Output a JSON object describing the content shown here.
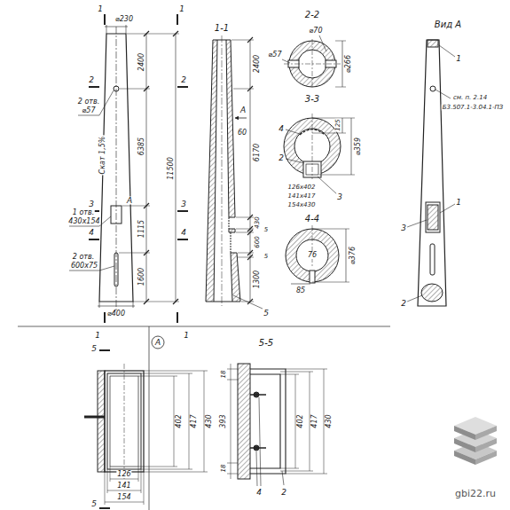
{
  "diagram": {
    "labels": [
      "1",
      "1",
      "⌀230",
      "2",
      "2",
      "2 отв.",
      "⌀57",
      "Скат 1,5%",
      "2400",
      "6385",
      "11500",
      "3",
      "3",
      "1 отв.",
      "430х154",
      "A",
      "4",
      "4",
      "1115",
      "2 отв.",
      "600х75",
      "1600",
      "⌀400",
      "1",
      "1",
      "1-1",
      "2400",
      "A",
      "60",
      "6170",
      "430",
      "5",
      "600",
      "5",
      "1300",
      "5",
      "2-2",
      "⌀70",
      "⌀57",
      "⌀266",
      "3-3",
      "4",
      "2",
      "3",
      "125",
      "⌀359",
      "126х402",
      "141х417",
      "154х430",
      "4-4",
      "76",
      "⌀376",
      "85",
      "Вид А",
      "1",
      "см. п. 2.14",
      "Б3.507.1-3.04.1-ПЗ",
      "1",
      "3",
      "2",
      "A",
      "5",
      "402",
      "417",
      "430",
      "126",
      "141",
      "154",
      "5",
      "5-5",
      "18",
      "393",
      "18",
      "402",
      "417",
      "430",
      "4",
      "2",
      "gbi22.ru"
    ]
  }
}
